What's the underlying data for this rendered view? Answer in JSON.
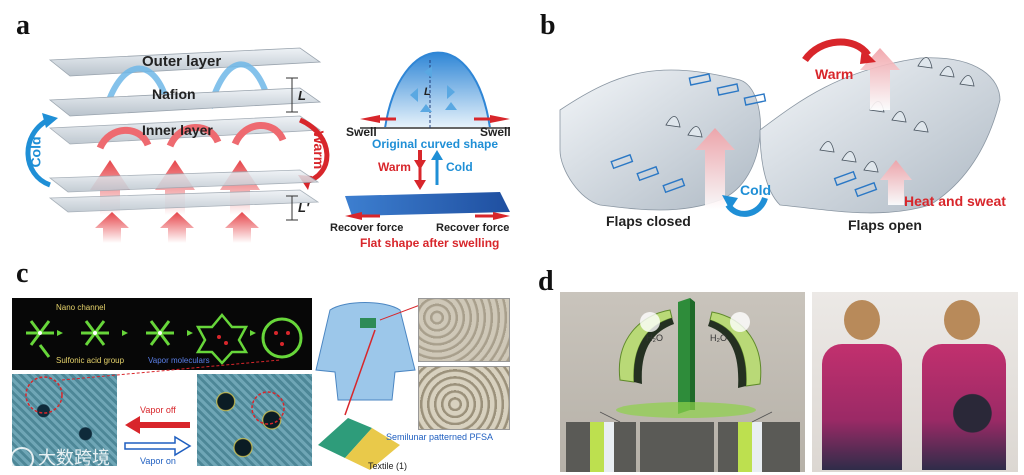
{
  "panels": {
    "a": {
      "letter": "a",
      "outer_layer": "Outer layer",
      "nafion": "Nafion",
      "inner_layer": "Inner layer",
      "cold": "Cold",
      "warm": "Warm",
      "L": "L",
      "L_prime": "L′",
      "swell_left": "Swell",
      "swell_right": "Swell",
      "original_curved_shape": "Original curved shape",
      "warm_small": "Warm",
      "cold_small": "Cold",
      "recover_force_left": "Recover force",
      "recover_force_right": "Recover force",
      "flat_shape": "Flat shape after swelling"
    },
    "b": {
      "letter": "b",
      "warm": "Warm",
      "cold": "Cold",
      "flaps_closed": "Flaps closed",
      "flaps_open": "Flaps open",
      "heat_and_sweat": "Heat and sweat"
    },
    "c": {
      "letter": "c",
      "nano_channel": "Nano channel",
      "sulfonic_acid_group": "Sulfonic acid group",
      "vapor_moleculars": "Vapor moleculars",
      "vapor_off": "Vapor off",
      "vapor_on": "Vapor on",
      "semilunar": "Semilunar patterned PFSA",
      "textile": "Textile (1)"
    },
    "d": {
      "letter": "d",
      "h2o_left": "H₂O",
      "h2o_right": "H₂O"
    }
  },
  "watermark": {
    "text": "大数跨境"
  },
  "colors": {
    "red": "#d8262b",
    "blue": "#1f8fd6",
    "green": "#7ec21f",
    "magenta": "#c2306e"
  }
}
